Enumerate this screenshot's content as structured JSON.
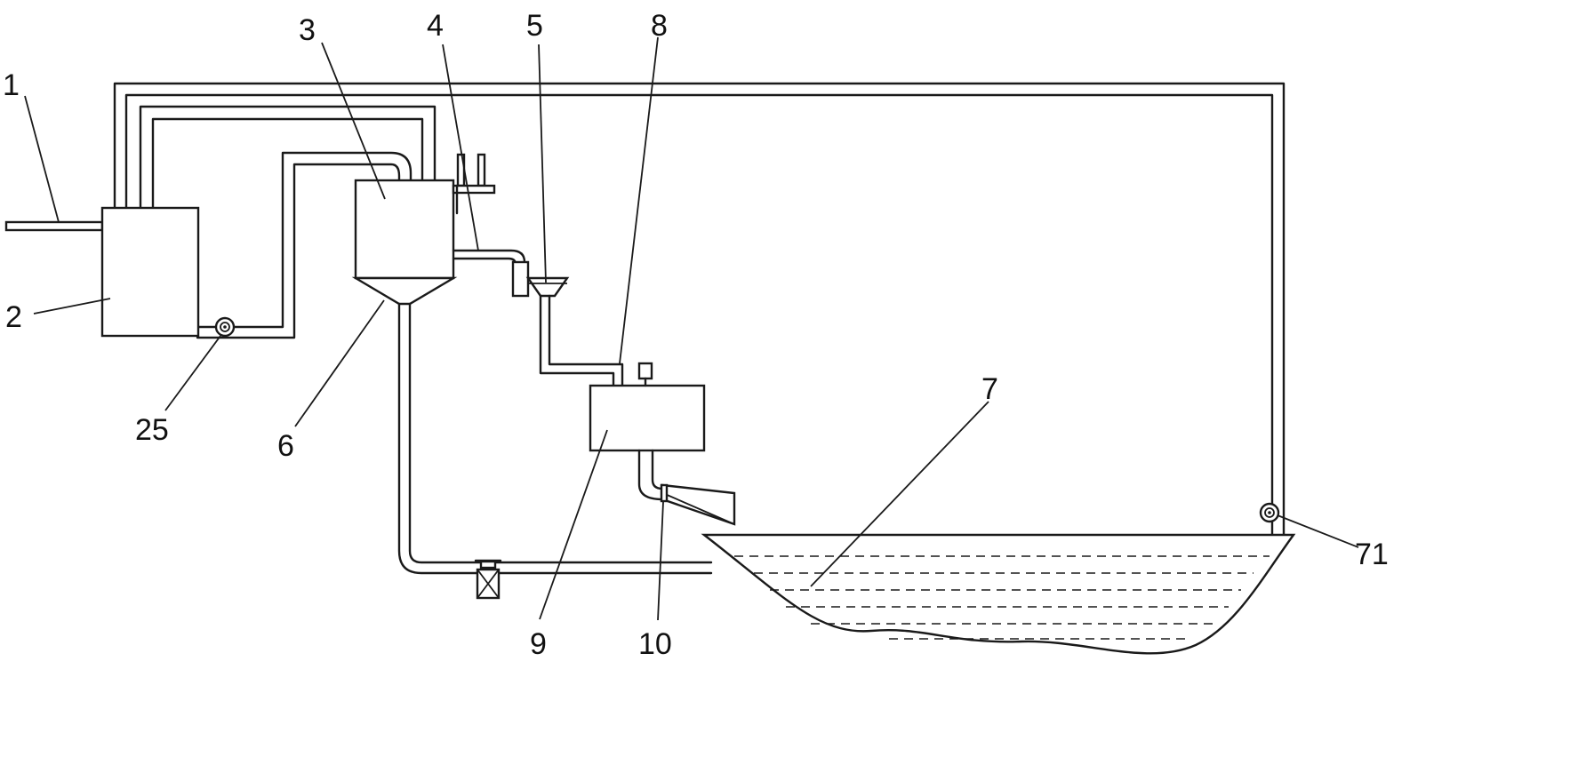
{
  "labels": {
    "l1": "1",
    "l2": "2",
    "l3": "3",
    "l4": "4",
    "l5": "5",
    "l6": "6",
    "l7": "7",
    "l8": "8",
    "l9": "9",
    "l10": "10",
    "l25": "25",
    "l71": "71"
  }
}
